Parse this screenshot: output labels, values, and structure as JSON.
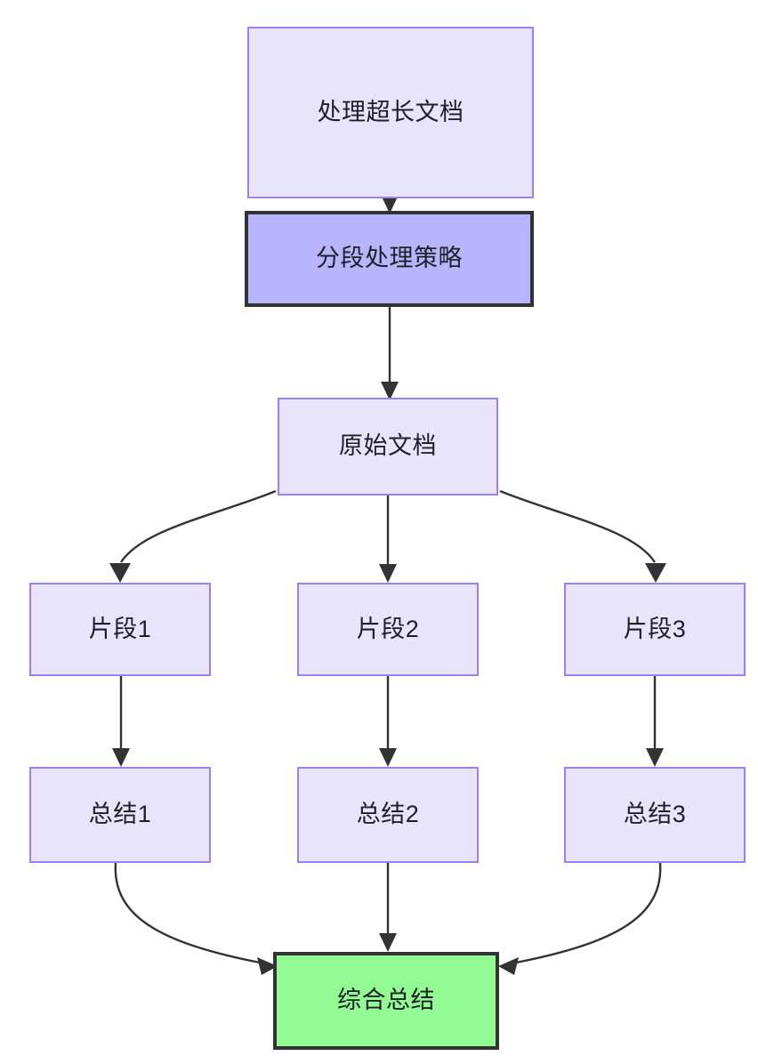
{
  "diagram": {
    "type": "flowchart",
    "direction": "top-down",
    "background_color": "#ffffff",
    "default_node": {
      "fill": "#e8e4fb",
      "stroke": "#9d7ff0",
      "text_color": "#1f1f28"
    },
    "emphasis_node": {
      "fill": "#b7b5fb",
      "stroke": "#333333",
      "text_color": "#1f1f28"
    },
    "final_node": {
      "fill": "#92fa92",
      "stroke": "#333333",
      "text_color": "#1f1f28"
    },
    "edge_color": "#333333"
  },
  "nodes": [
    {
      "id": "n1",
      "label": "处理超长文档",
      "style": "normal"
    },
    {
      "id": "n2",
      "label": "分段处理策略",
      "style": "emphasis"
    },
    {
      "id": "n3",
      "label": "原始文档",
      "style": "normal"
    },
    {
      "id": "n4",
      "label": "片段1",
      "style": "normal"
    },
    {
      "id": "n5",
      "label": "片段2",
      "style": "normal"
    },
    {
      "id": "n6",
      "label": "片段3",
      "style": "normal"
    },
    {
      "id": "n7",
      "label": "总结1",
      "style": "normal"
    },
    {
      "id": "n8",
      "label": "总结2",
      "style": "normal"
    },
    {
      "id": "n9",
      "label": "总结3",
      "style": "normal"
    },
    {
      "id": "n10",
      "label": "综合总结",
      "style": "final"
    }
  ],
  "edges": [
    {
      "from": "处理超长文档",
      "to": "分段处理策略"
    },
    {
      "from": "分段处理策略",
      "to": "原始文档"
    },
    {
      "from": "原始文档",
      "to": "片段1"
    },
    {
      "from": "原始文档",
      "to": "片段2"
    },
    {
      "from": "原始文档",
      "to": "片段3"
    },
    {
      "from": "片段1",
      "to": "总结1"
    },
    {
      "from": "片段2",
      "to": "总结2"
    },
    {
      "from": "片段3",
      "to": "总结3"
    },
    {
      "from": "总结1",
      "to": "综合总结"
    },
    {
      "from": "总结2",
      "to": "综合总结"
    },
    {
      "from": "总结3",
      "to": "综合总结"
    }
  ]
}
